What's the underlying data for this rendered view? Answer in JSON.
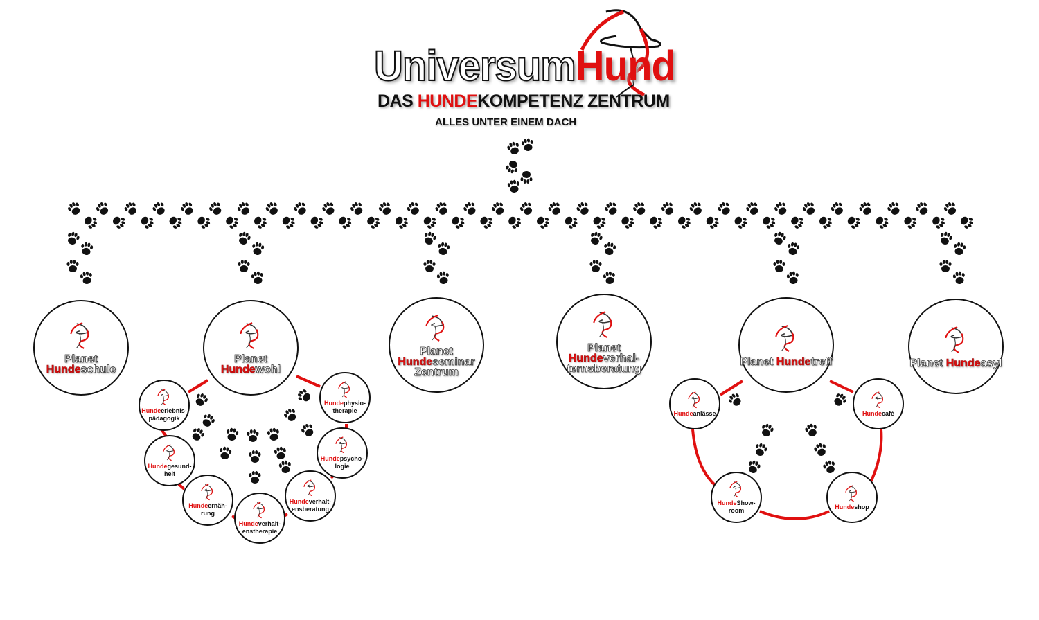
{
  "header": {
    "brand_part1": "Universum",
    "brand_part2": "Hund",
    "tagline_pre": "DAS ",
    "tagline_highlight": "HUNDE",
    "tagline_post": "KOMPETENZ ZENTRUM",
    "subtitle": "ALLES UNTER EINEM DACH"
  },
  "colors": {
    "accent": "#e01010",
    "ink": "#111111"
  },
  "planets": [
    {
      "pre": "Planet ",
      "hi": "Hunde",
      "post": "schule"
    },
    {
      "pre": "Planet ",
      "hi": "Hunde",
      "post": "wohl"
    },
    {
      "pre": "Planet ",
      "hi": "Hunde",
      "post": "seminar Zentrum"
    },
    {
      "pre": "Planet ",
      "hi": "Hunde",
      "post": "verhal-ternsberatung"
    },
    {
      "pre": "Planet ",
      "hi": "Hunde",
      "post": "treff"
    },
    {
      "pre": "Planet ",
      "hi": "Hunde",
      "post": "asyl"
    }
  ],
  "wohl_children": [
    {
      "hi": "Hunde",
      "post": "erlebnis-pädagogik"
    },
    {
      "hi": "Hunde",
      "post": "gesund-heit"
    },
    {
      "hi": "Hunde",
      "post": "ernäh-rung"
    },
    {
      "hi": "Hunde",
      "post": "verhalt-enstherapie"
    },
    {
      "hi": "Hunde",
      "post": "verhalt-ensberatung"
    },
    {
      "hi": "Hunde",
      "post": "psycho-logie"
    },
    {
      "hi": "Hunde",
      "post": "physio-therapie"
    }
  ],
  "treff_children": [
    {
      "hi": "Hunde",
      "post": "anlässe"
    },
    {
      "hi": "Hunde",
      "post": "café"
    },
    {
      "hi": "Hunde",
      "post": "Show-room"
    },
    {
      "hi": "Hunde",
      "post": "shop"
    }
  ]
}
